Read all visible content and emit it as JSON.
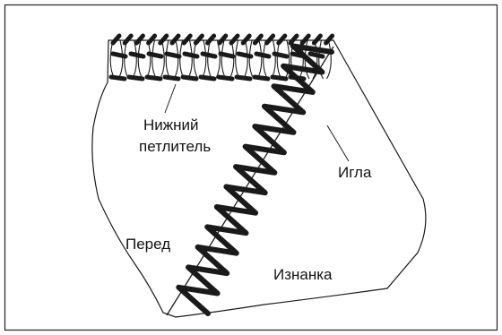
{
  "labels": {
    "looper_line1": "Нижний",
    "looper_line2": "петлитель",
    "needle": "Игла",
    "front": "Перед",
    "back": "Изнанка"
  },
  "colors": {
    "stroke": "#1a1a1a",
    "background": "#ffffff",
    "border": "#222222"
  }
}
